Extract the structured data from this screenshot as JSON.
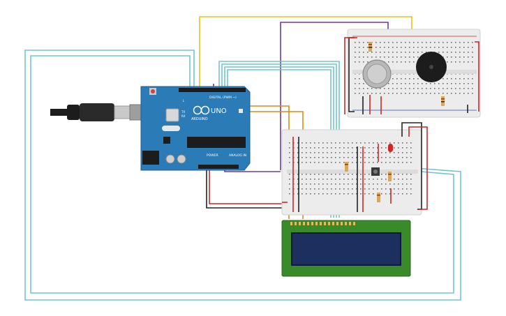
{
  "arduino": {
    "brand": "ARDUINO",
    "model": "UNO",
    "digital_label": "DIGITAL (PWM ~)",
    "power_label": "POWER",
    "analog_label": "ANALOG IN",
    "tx_label": "TX",
    "rx_label": "RX",
    "l_label": "L"
  },
  "colors": {
    "board": "#2a7bb6",
    "breadboard": "#eeeeee",
    "lcd_pcb": "#3b8a2a",
    "lcd_screen": "#1c2f5f",
    "wire_yellow": "#e8c21a",
    "wire_purple": "#6a3c9c",
    "wire_orange": "#e08a14",
    "wire_cyan": "#6ec6d0",
    "wire_red": "#d42424",
    "wire_black": "#222222"
  },
  "components": {
    "usb": "usb-cable",
    "buzzer": "piezo-buzzer",
    "gas_sensor": "gas-sensor",
    "led": "red-led",
    "button": "push-button",
    "lcd": "lcd-16x2"
  }
}
